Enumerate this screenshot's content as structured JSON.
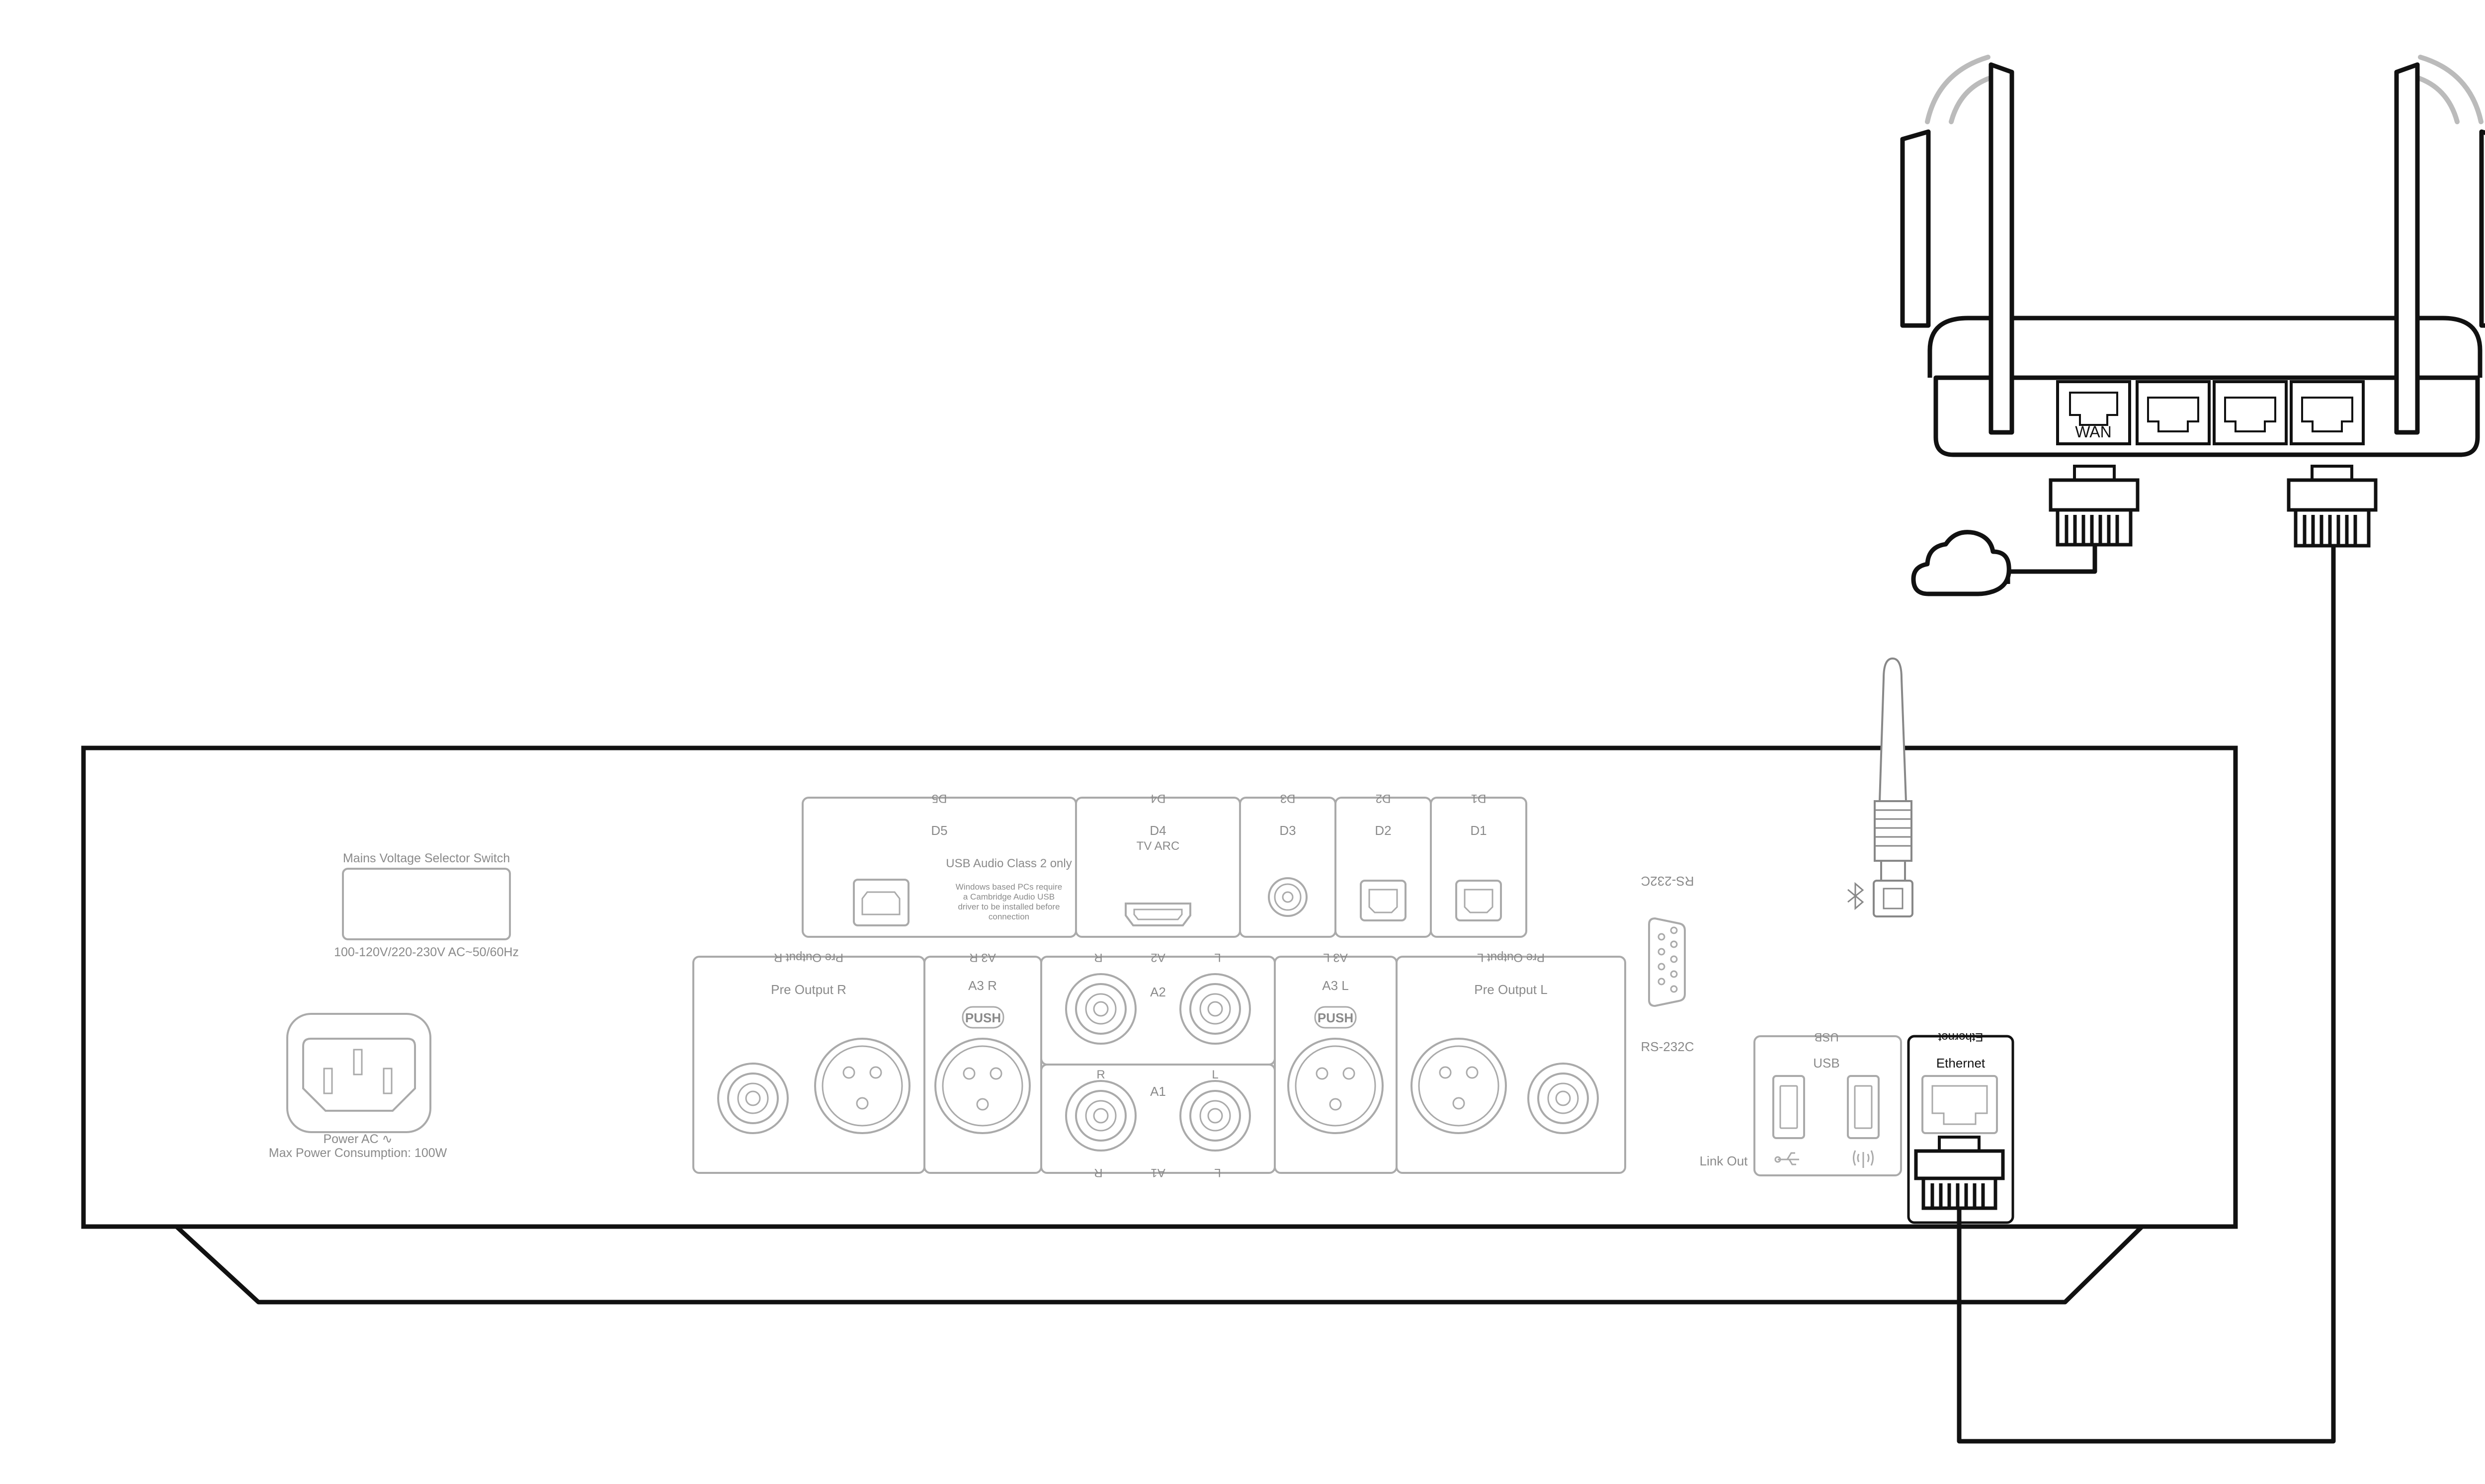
{
  "mains": {
    "label": "Mains Voltage Selector Switch",
    "rating": "100-120V/220-230V AC~50/60Hz"
  },
  "power": {
    "label": "Power AC ∿",
    "consumption": "Max Power Consumption: 100W"
  },
  "digital": {
    "d5": {
      "top": "D5",
      "name": "D5",
      "note": "USB Audio Class 2 only",
      "driver_lines": [
        "Windows based PCs require",
        "a Cambridge Audio USB",
        "driver to be installed before",
        "connection"
      ]
    },
    "d4": {
      "top": "D4",
      "name": "D4",
      "sub": "TV ARC"
    },
    "d3": {
      "top": "D3",
      "name": "D3"
    },
    "d2": {
      "top": "D2",
      "name": "D2"
    },
    "d1": {
      "top": "D1",
      "name": "D1"
    }
  },
  "analog": {
    "pre_r_top": "Pre Output R",
    "pre_r": "Pre Output R",
    "a3r_top": "A3 R",
    "a3r": "A3 R",
    "push": "PUSH",
    "a2_top_l": "L",
    "a2_top_mid": "A2",
    "a2_top_r": "R",
    "a2": "A2",
    "r": "R",
    "l": "L",
    "a1": "A1",
    "a1_bottom_l": "L",
    "a1_bottom_mid": "A1",
    "a1_bottom_r": "R",
    "a3l_top": "A3 L",
    "a3l": "A3 L",
    "pre_l_top": "Pre Output L",
    "pre_l": "Pre Output L"
  },
  "rs232": {
    "mirror": "RS-232C",
    "label": "RS-232C"
  },
  "usb": {
    "top": "USB",
    "label": "USB",
    "link_out": "Link Out"
  },
  "ethernet": {
    "top": "Ethernet",
    "label": "Ethernet"
  },
  "router": {
    "wan": "WAN"
  },
  "icons": [
    "bluetooth-icon",
    "usb-icon",
    "wifi-icon",
    "cloud-icon",
    "router-icon",
    "rj45-plug-icon"
  ]
}
